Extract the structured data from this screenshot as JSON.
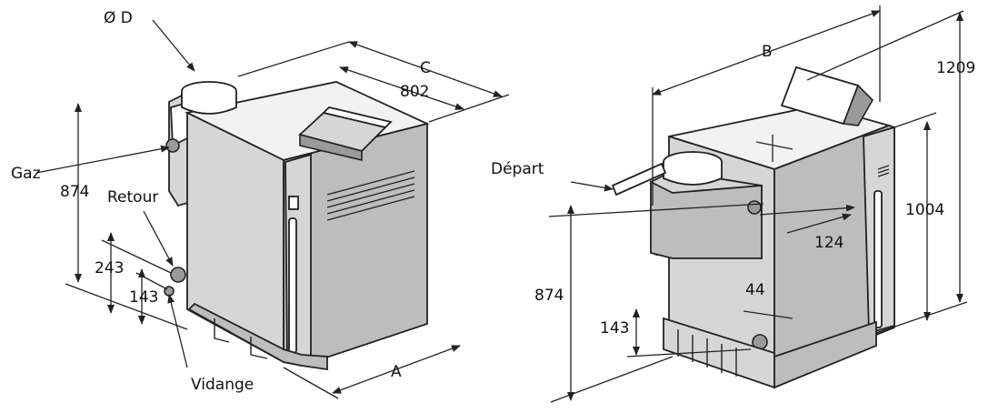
{
  "left_view": {
    "diameter_label": "Ø D",
    "c_label": "C",
    "depth_label": "802",
    "gas_label": "Gaz",
    "height_label": "874",
    "return_label": "Retour",
    "h243_label": "243",
    "h143_label": "143",
    "drain_label": "Vidange",
    "a_label": "A"
  },
  "right_view": {
    "b_label": "B",
    "total_height_label": "1209",
    "flow_label": "Départ",
    "h1004_label": "1004",
    "d124_label": "124",
    "height_label": "874",
    "d44_label": "44",
    "h143_label": "143"
  },
  "colors": {
    "body": "#d6d6d6",
    "front": "#bdbdbd",
    "outline": "#222222"
  }
}
